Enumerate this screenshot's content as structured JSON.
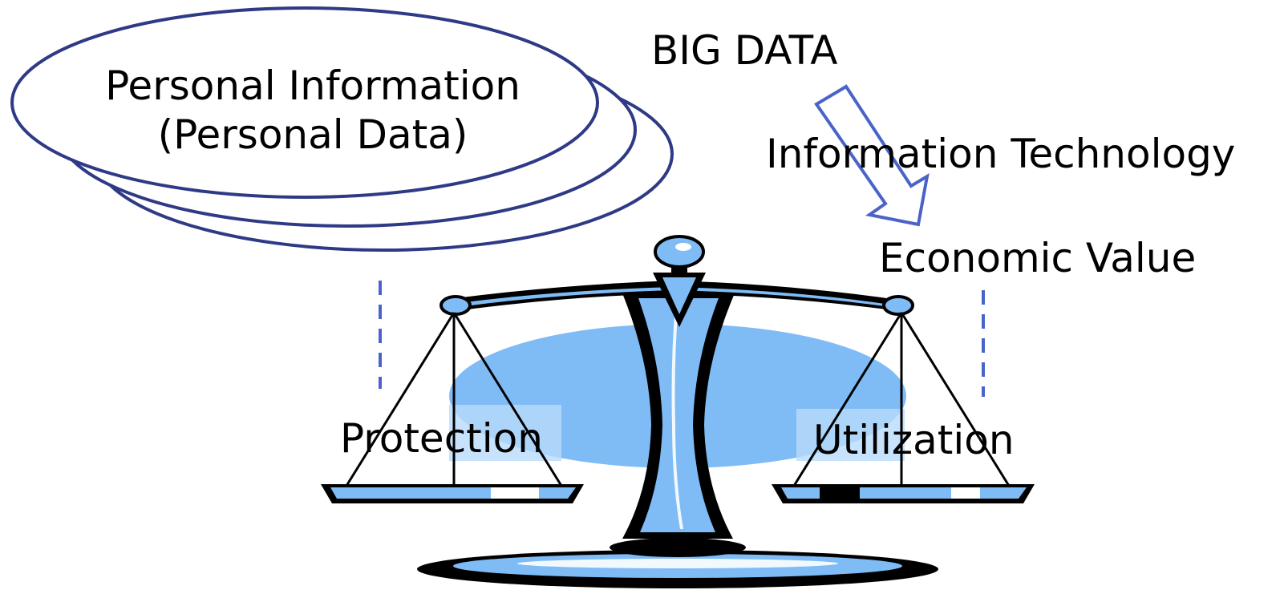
{
  "ellipse_stack": {
    "line1": "Personal Information",
    "line2": "(Personal Data)"
  },
  "flow": {
    "big_data": "BIG DATA",
    "information_technology": "Information Technology",
    "economic_value": "Economic Value"
  },
  "scale": {
    "left_pan_label": "Protection",
    "right_pan_label": "Utilization"
  },
  "colors": {
    "outline_navy": "#2e3a86",
    "arrow_blue": "#4a63c8",
    "dash_blue": "#4a63c8",
    "scale_blue": "#7fbcf6",
    "scale_dark": "#000000",
    "highlight": "#ffffff"
  },
  "icons": {
    "arrow": "down-right-arrow-icon",
    "scale": "balance-scale-icon"
  }
}
